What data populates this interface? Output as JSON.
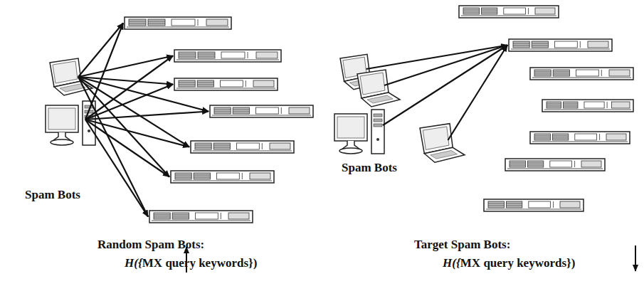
{
  "diagram": {
    "labels": [
      "Spam Bots",
      "Random Spam Bots:",
      "H({MX query keywords})",
      "Spam Bots",
      "Target Spam Bots:",
      "H({MX query keywords})"
    ]
  }
}
